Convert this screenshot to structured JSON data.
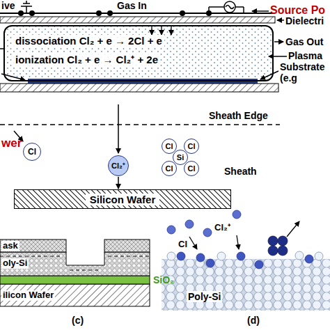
{
  "diagram": {
    "nodes": [
      {
        "text": [
          "dissociation Cl₂ + e → 2Cl + e",
          "ionization Cl₂ + e → Cl₂⁺ + 2e"
        ]
      },
      {
        "text": [
          "Cl"
        ]
      },
      {
        "text": [
          "Cl₂⁺"
        ]
      },
      {
        "text": [
          "Cl"
        ]
      },
      {
        "text": [
          "Cl"
        ]
      },
      {
        "text": [
          "Si"
        ]
      },
      {
        "text": [
          "Cl"
        ]
      },
      {
        "text": [
          "Cl"
        ]
      },
      {
        "text": [
          "Silicon Wafer"
        ]
      }
    ],
    "edges": [
      {
        "from": 2,
        "to": 8,
        "arrow": "to"
      }
    ],
    "labels": [
      "ive",
      "Gas In",
      "Source Po",
      "Dielectri",
      "Gas Out",
      "Plasma",
      "Substrate (e.g",
      "Sheath Edge",
      "wer",
      "Sheath",
      "ask",
      "oly-Si",
      "SiO₂",
      "ilicon Wafer",
      "(c)",
      "Cl",
      "Cl₂⁺",
      "Poly-Si",
      "(d)"
    ]
  }
}
